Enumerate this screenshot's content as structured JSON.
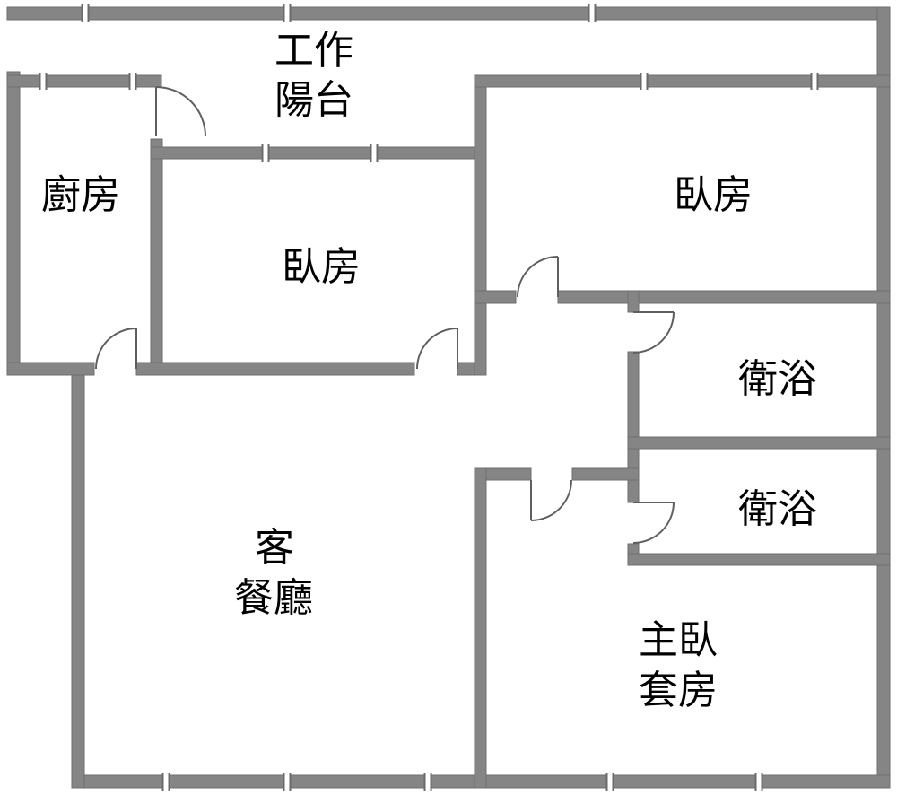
{
  "floor_plan": {
    "rooms": {
      "work_balcony": {
        "label_line1": "工作",
        "label_line2": "陽台"
      },
      "kitchen": {
        "label": "廚房"
      },
      "bedroom_center": {
        "label": "臥房"
      },
      "bedroom_right": {
        "label": "臥房"
      },
      "bathroom_upper": {
        "label": "衛浴"
      },
      "bathroom_lower": {
        "label": "衛浴"
      },
      "living_dining": {
        "label_line1": "客",
        "label_line2": "餐廳"
      },
      "master_suite": {
        "label_line1": "主臥",
        "label_line2": "套房"
      }
    },
    "colors": {
      "wall": "#858585",
      "wall_edge": "#6e6e6e",
      "door": "#5f5f5f",
      "text": "#000000",
      "background": "#ffffff"
    }
  }
}
